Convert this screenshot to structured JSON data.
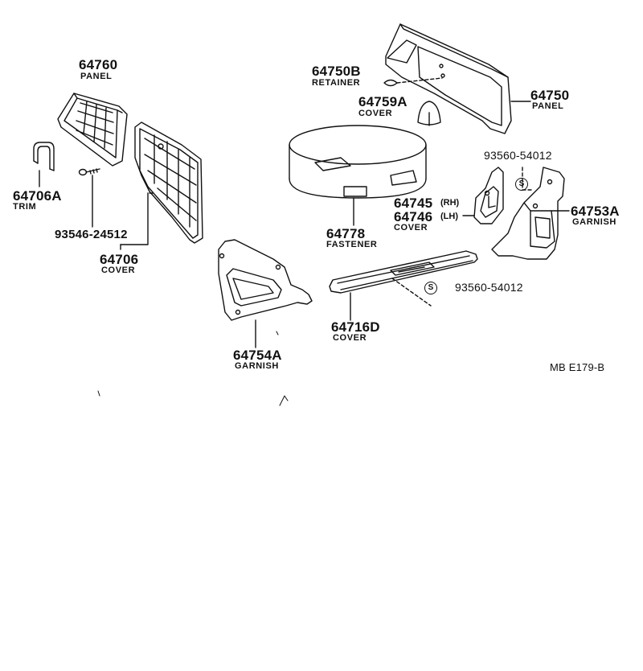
{
  "diagram_code": "MB  E179-B",
  "parts": {
    "p64760": {
      "number": "64760",
      "name": "PANEL"
    },
    "p64706A": {
      "number": "64706A",
      "name": "TRIM"
    },
    "p93546": {
      "number": "93546-24512"
    },
    "p64706": {
      "number": "64706",
      "name": "COVER"
    },
    "p64750B": {
      "number": "64750B",
      "name": "RETAINER"
    },
    "p64759A": {
      "number": "64759A",
      "name": "COVER"
    },
    "p64750": {
      "number": "64750",
      "name": "PANEL"
    },
    "p93560a": {
      "number": "93560-54012",
      "symbol": "S"
    },
    "p64745": {
      "number": "64745",
      "side": "(RH)"
    },
    "p64746": {
      "number": "64746",
      "side": "(LH)",
      "name": "COVER"
    },
    "p64753A": {
      "number": "64753A",
      "name": "GARNISH"
    },
    "p64778": {
      "number": "64778",
      "name": "FASTENER"
    },
    "p93560b": {
      "number": "93560-54012",
      "symbol": "S"
    },
    "p64716D": {
      "number": "64716D",
      "name": "COVER"
    },
    "p64754A": {
      "number": "64754A",
      "name": "GARNISH"
    }
  }
}
